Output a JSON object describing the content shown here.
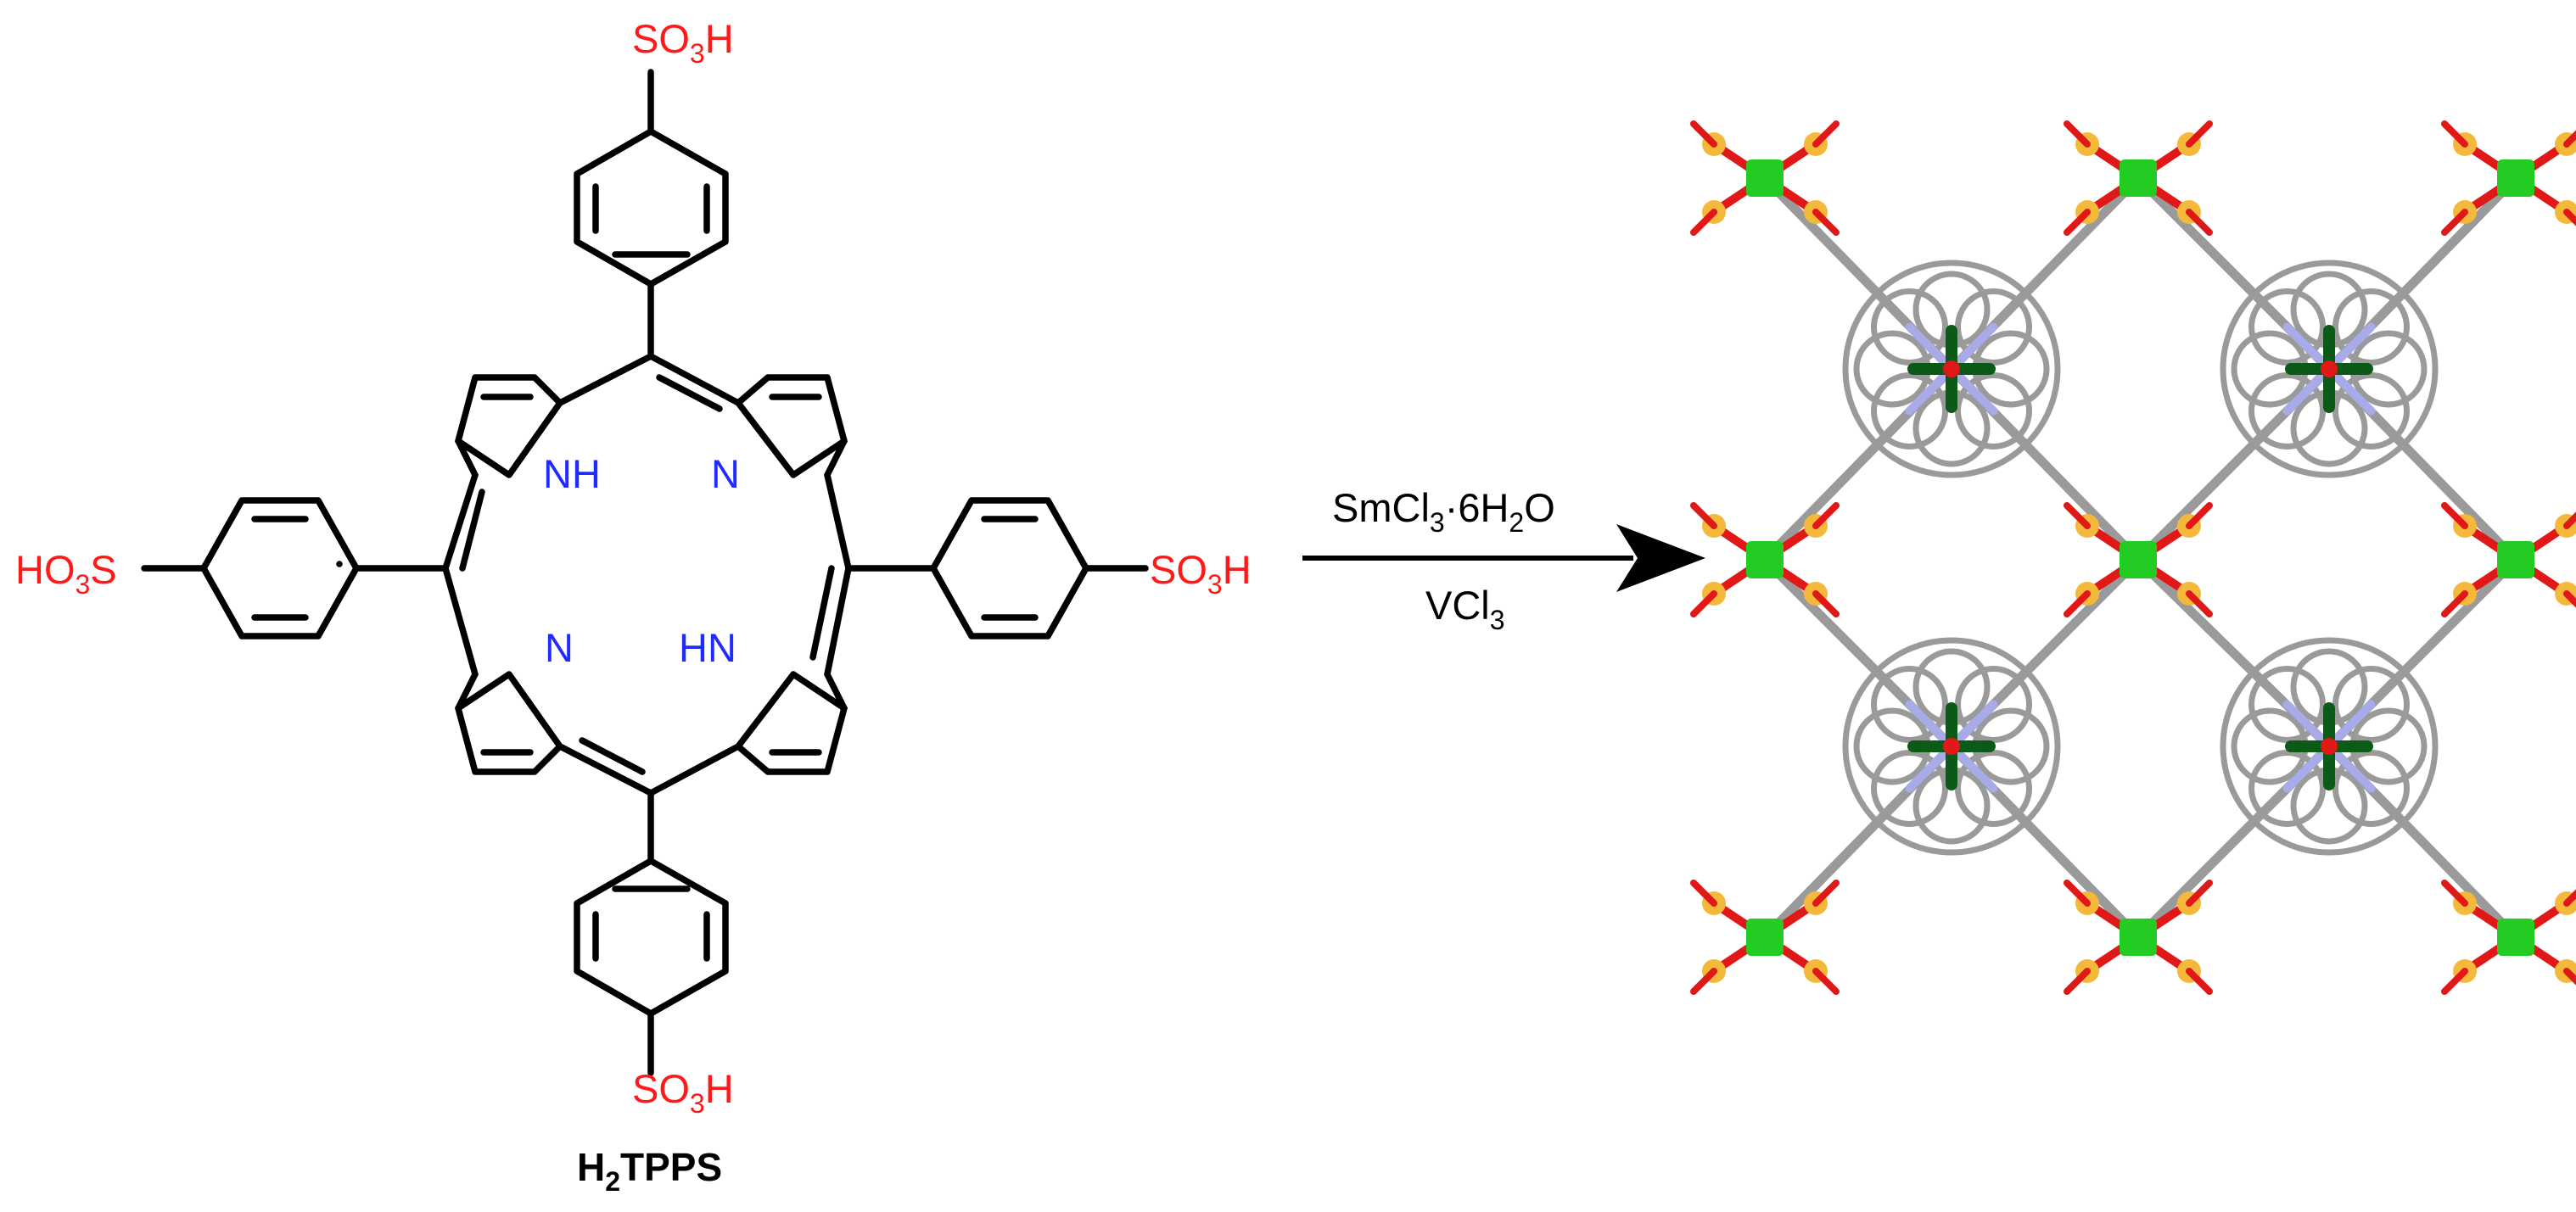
{
  "molecule": {
    "name_main": "H",
    "name_sub": "2",
    "name_rest": "TPPS",
    "groups": {
      "top": {
        "pre": "SO",
        "sub": "3",
        "post": "H"
      },
      "bottom": {
        "pre": "SO",
        "sub": "3",
        "post": "H"
      },
      "right": {
        "pre": "SO",
        "sub": "3",
        "post": "H"
      },
      "left": {
        "pre": "HO",
        "sub": "3",
        "post": "S"
      }
    },
    "nh_upper": "NH",
    "n_upper": "N",
    "n_lower": "N",
    "hn_lower": "HN"
  },
  "reaction": {
    "reagent": {
      "a": "SmCl",
      "a_sub": "3",
      "b": "·6H",
      "b_sub": "2",
      "c": "O"
    },
    "reagent2": {
      "a": "VCl",
      "a_sub": "3"
    }
  },
  "colors": {
    "bond": "#000000",
    "heteroatom_label": "#ff1a1a",
    "nitrogen_label": "#1f2bff",
    "framework_rod": "#9a9a9a",
    "porphyrin_N": "#a9abe8",
    "sulfur": "#f4b93a",
    "oxygen": "#e01818",
    "metal_node": "#22cc22",
    "porphyrin_center": "#0b5a17"
  },
  "icons": [
    "arrow-right-icon",
    "crystal-structure-icon"
  ]
}
